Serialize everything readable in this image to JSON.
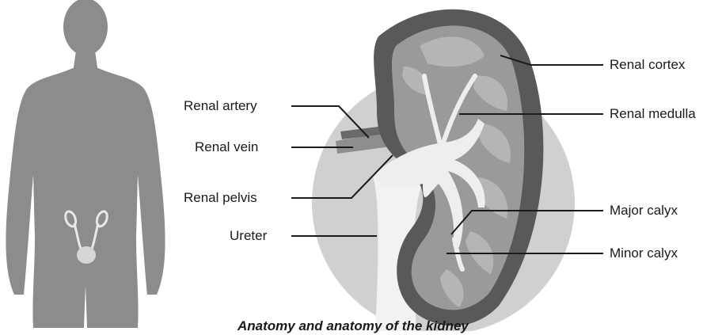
{
  "diagram": {
    "labels": {
      "renal_cortex": "Renal cortex",
      "renal_medulla": "Renal medulla",
      "renal_artery": "Renal artery",
      "renal_vein": "Renal vein",
      "renal_pelvis": "Renal pelvis",
      "ureter": "Ureter",
      "major_calyx": "Major calyx",
      "minor_calyx": "Minor calyx"
    },
    "caption": "Anatomy and anatomy of the kidney"
  },
  "colors": {
    "silhouette": "#8c8c8c",
    "background_disc": "#d0d0d0",
    "kidney_outer": "#5a5a5a",
    "kidney_inner": "#9a9a9a",
    "pelvis": "#eeeeee"
  }
}
